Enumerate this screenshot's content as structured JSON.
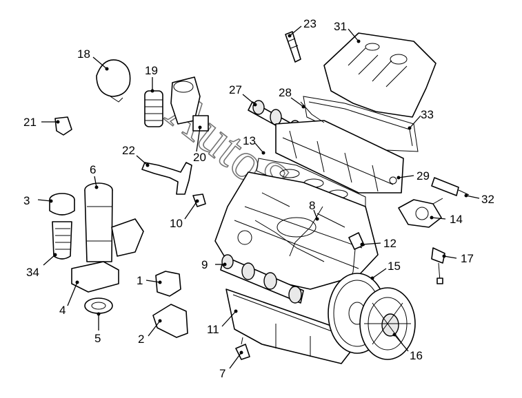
{
  "watermark": "AutoSoft",
  "callouts": {
    "c1": "1",
    "c2": "2",
    "c3": "3",
    "c4": "4",
    "c5": "5",
    "c6": "6",
    "c7": "7",
    "c8": "8",
    "c9": "9",
    "c10": "10",
    "c11": "11",
    "c12": "12",
    "c13": "13",
    "c14": "14",
    "c15": "15",
    "c16": "16",
    "c17": "17",
    "c18": "18",
    "c19": "19",
    "c20": "20",
    "c21": "21",
    "c22": "22",
    "c23": "23",
    "c27": "27",
    "c28": "28",
    "c29": "29",
    "c31": "31",
    "c32": "32",
    "c33": "33",
    "c34": "34"
  }
}
